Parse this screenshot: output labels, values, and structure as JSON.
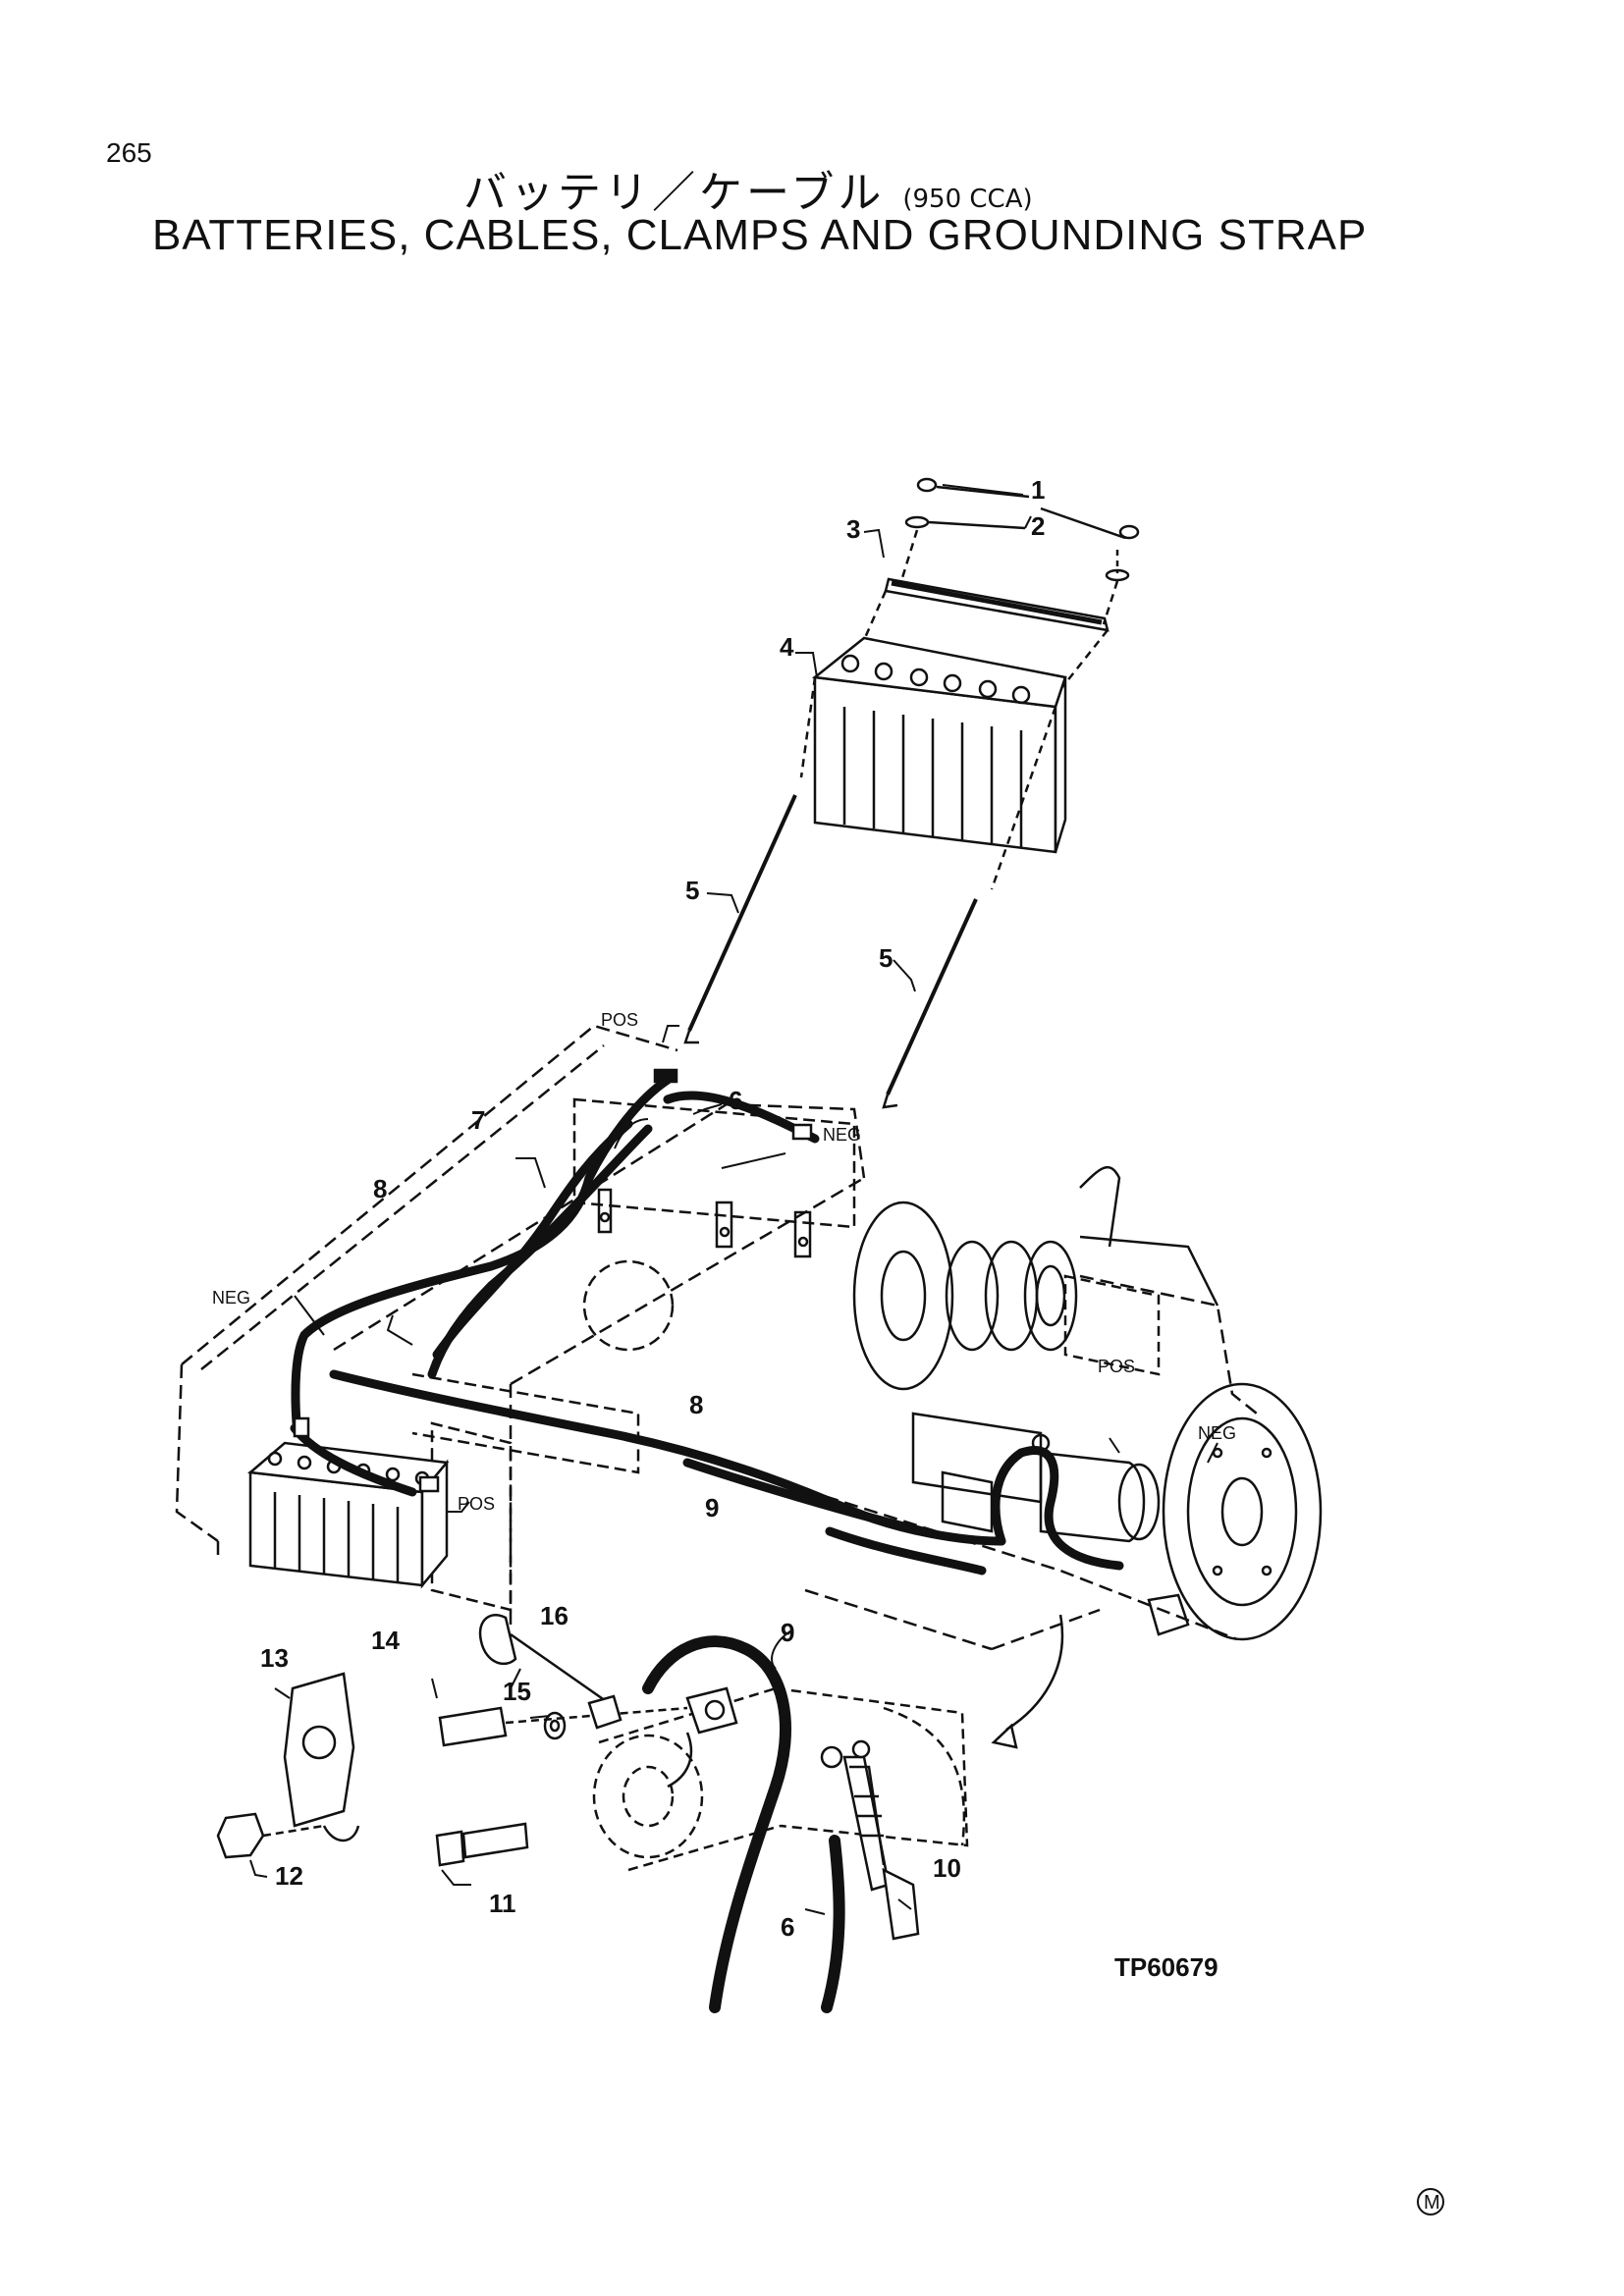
{
  "page_number": "265",
  "title_jp": "バッテリ／ケーブル",
  "title_jp_note": "(950 CCA)",
  "title_en": "BATTERIES, CABLES, CLAMPS AND GROUNDING STRAP",
  "callouts": {
    "c1": "1",
    "c2": "2",
    "c3": "3",
    "c4": "4",
    "c5a": "5",
    "c5b": "5",
    "c6a": "6",
    "c6b": "6",
    "c7": "7",
    "c8a": "8",
    "c8b": "8",
    "c9a": "9",
    "c9b": "9",
    "c10": "10",
    "c11": "11",
    "c12": "12",
    "c13": "13",
    "c14": "14",
    "c15": "15",
    "c16": "16"
  },
  "terminal_labels": {
    "pos_top": "POS",
    "neg_top": "NEG",
    "neg_left": "NEG",
    "pos_left": "POS",
    "pos_engine": "POS",
    "neg_engine": "NEG"
  },
  "figure_code": "TP60679",
  "corner_mark": "M"
}
